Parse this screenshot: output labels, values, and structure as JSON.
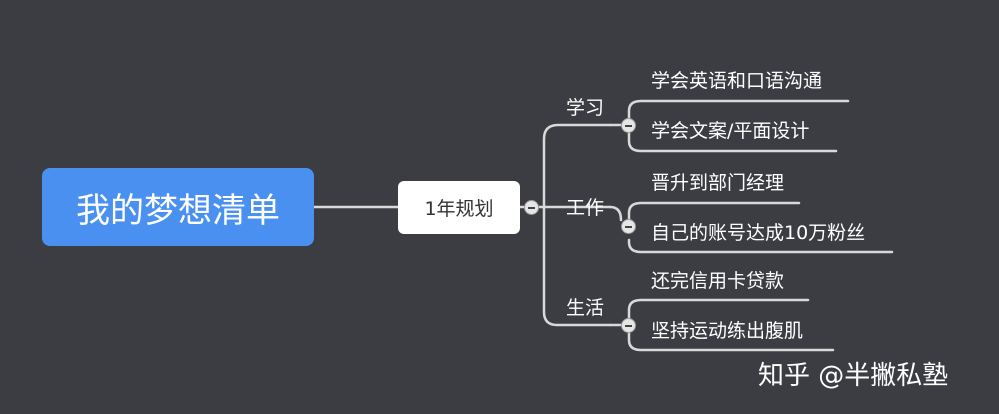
{
  "root": {
    "label": "我的梦想清单"
  },
  "plan": {
    "label": "1年规划"
  },
  "categories": [
    {
      "label": "学习",
      "items": [
        "学会英语和口语沟通",
        "学会文案/平面设计"
      ]
    },
    {
      "label": "工作",
      "items": [
        "晋升到部门经理",
        "自己的账号达成10万粉丝"
      ]
    },
    {
      "label": "生活",
      "items": [
        "还完信用卡贷款",
        "坚持运动练出腹肌"
      ]
    }
  ],
  "watermark": "知乎 @半撇私塾",
  "colors": {
    "background": "#3b3d42",
    "root": "#4a90f0",
    "line": "#d9d9d9"
  }
}
